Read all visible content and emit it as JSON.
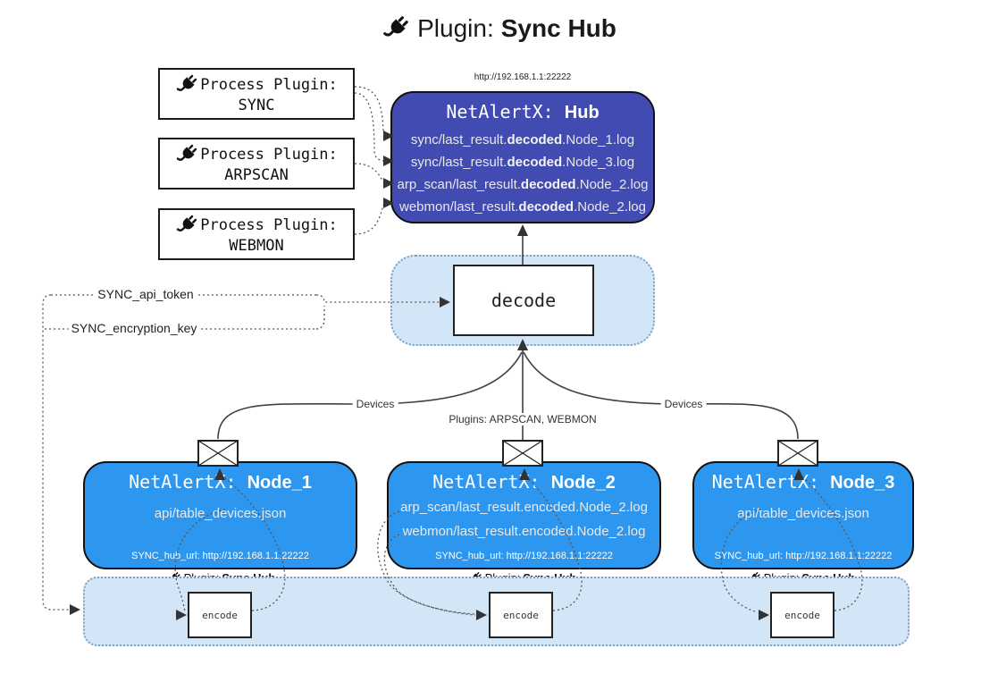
{
  "title": {
    "prefix": "Plugin:",
    "name": "Sync Hub"
  },
  "hub": {
    "url": "http://192.168.1.1:22222",
    "title_prefix": "NetAlertX:",
    "title_name": "Hub",
    "logs": [
      {
        "pre": "sync/last_result.",
        "bold": "decoded",
        "post": ".Node_1.log"
      },
      {
        "pre": "sync/last_result.",
        "bold": "decoded",
        "post": ".Node_3.log"
      },
      {
        "pre": "arp_scan/last_result.",
        "bold": "decoded",
        "post": ".Node_2.log"
      },
      {
        "pre": "webmon/last_result.",
        "bold": "decoded",
        "post": ".Node_2.log"
      }
    ]
  },
  "process_plugins": [
    {
      "label": "Process Plugin:",
      "name": "SYNC"
    },
    {
      "label": "Process Plugin:",
      "name": "ARPSCAN"
    },
    {
      "label": "Process Plugin:",
      "name": "WEBMON"
    }
  ],
  "decode": {
    "label": "decode"
  },
  "tokens": {
    "api_token": "SYNC_api_token",
    "encryption_key": "SYNC_encryption_key"
  },
  "edges": {
    "devices_left": "Devices",
    "devices_right": "Devices",
    "plugins_center": "Plugins: ARPSCAN, WEBMON"
  },
  "nodes": [
    {
      "title_prefix": "NetAlertX:",
      "title_name": "Node_1",
      "lines": [
        "api/table_devices.json"
      ],
      "hub_url": "SYNC_hub_url: http://192.168.1.1:22222"
    },
    {
      "title_prefix": "NetAlertX:",
      "title_name": "Node_2",
      "lines": [
        "arp_scan/last_result.encoded.Node_2.log",
        "webmon/last_result.encoded.Node_2.log"
      ],
      "hub_url": "SYNC_hub_url: http://192.168.1.1:22222"
    },
    {
      "title_prefix": "NetAlertX:",
      "title_name": "Node_3",
      "lines": [
        "api/table_devices.json"
      ],
      "hub_url": "SYNC_hub_url: http://192.168.1.1:22222"
    }
  ],
  "encode_bar": {
    "plugin_label_prefix": "Plugin:",
    "plugin_label_name": "Sync Hub",
    "encode_label": "encode"
  },
  "icons": {
    "plug": "plug-icon",
    "envelope": "envelope-icon"
  },
  "colors": {
    "hub_fill": "#414bb2",
    "node_fill": "#2d96ee",
    "container_fill": "#d2e6f8",
    "container_border": "#7f9fc1",
    "box_stroke": "#111111",
    "light_text": "#e8e8e8",
    "line": "#404040"
  }
}
